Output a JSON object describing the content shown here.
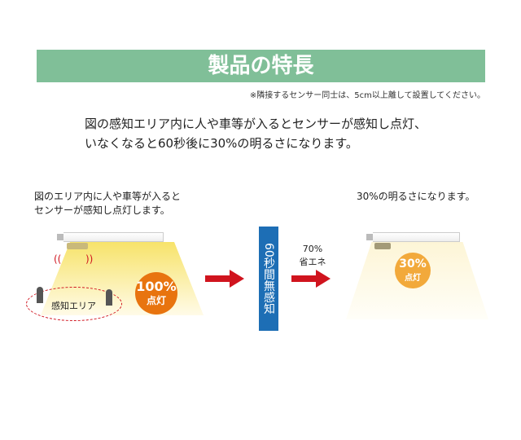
{
  "title": "製品の特長",
  "note": "※隣接するセンサー同士は、5cm以上離して設置してください。",
  "lead": [
    "図の感知エリア内に人や車等が入るとセンサーが感知し点灯、",
    "いなくなると60秒後に30%の明るさになります。"
  ],
  "left_caption": [
    "図のエリア内に人や車等が入ると",
    "センサーが感知し点灯します。"
  ],
  "right_caption": "30%の明るさになります。",
  "area_label": "感知エリア",
  "badge_full": {
    "pct": "100%",
    "label": "点灯"
  },
  "badge_dim": {
    "pct": "30%",
    "label": "点灯"
  },
  "timer": "60秒間無感知",
  "saving": [
    "70%",
    "省エネ"
  ],
  "colors": {
    "banner": "#80bf98",
    "arrow": "#d0141e",
    "timer": "#1d6eb5",
    "badge_full": "#e8740f",
    "badge_dim": "#f2a93b"
  }
}
